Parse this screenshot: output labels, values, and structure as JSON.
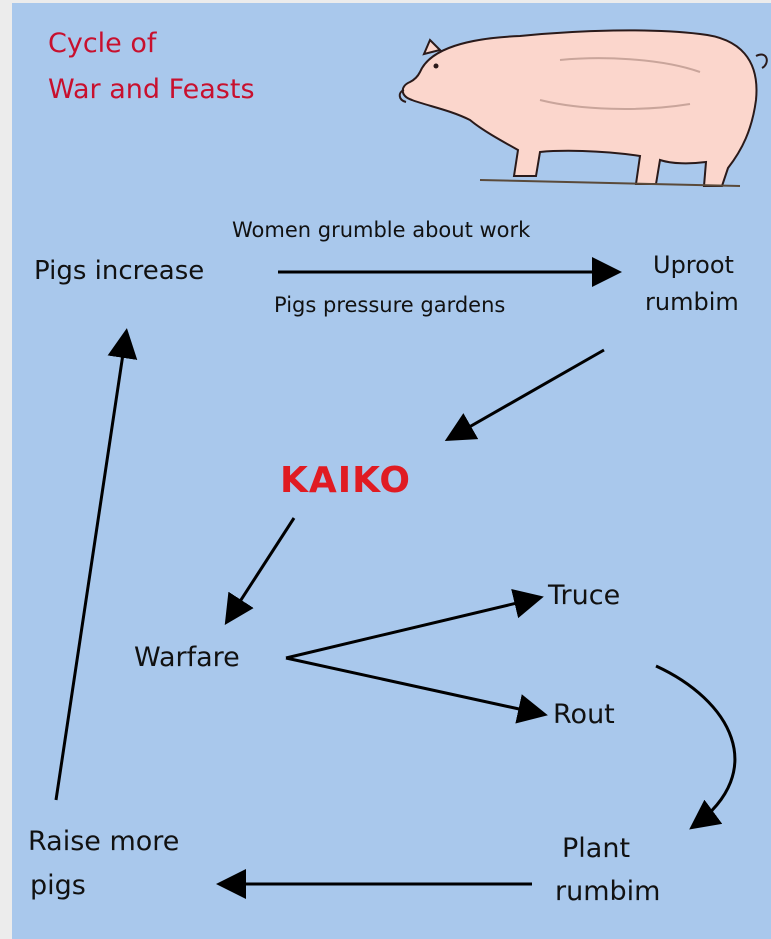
{
  "diagram": {
    "title_line1": "Cycle of",
    "title_line2": "War and Feasts",
    "nodes": {
      "pigs_increase": "Pigs increase",
      "uproot_line1": "Uproot",
      "uproot_line2": "rumbim",
      "kaiko": "KAIKO",
      "warfare": "Warfare",
      "truce": "Truce",
      "rout": "Rout",
      "plant_line1": "Plant",
      "plant_line2": "rumbim",
      "raise_line1": "Raise more",
      "raise_line2": "pigs"
    },
    "edge_labels": {
      "women_grumble": "Women grumble about work",
      "pigs_pressure": "Pigs pressure gardens"
    },
    "illustration": "pig-illustration",
    "colors": {
      "background": "#a9c8ec",
      "title": "#c8102e",
      "kaiko": "#e01b22",
      "text": "#111111",
      "arrow": "#000000"
    }
  }
}
